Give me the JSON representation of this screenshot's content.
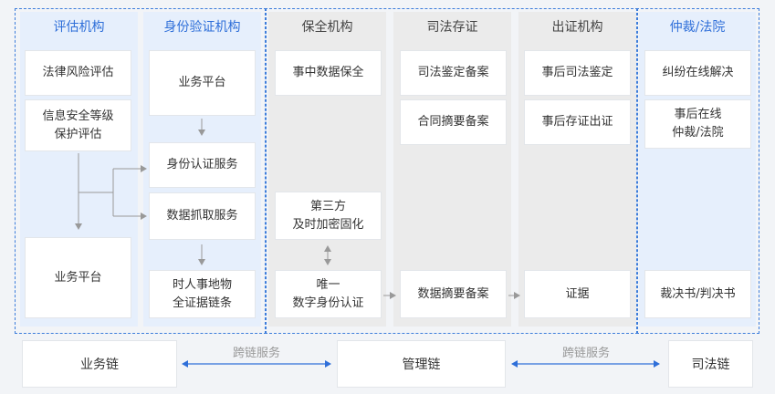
{
  "columns": [
    {
      "title": "评估机构"
    },
    {
      "title": "身份验证机构"
    },
    {
      "title": "保全机构"
    },
    {
      "title": "司法存证"
    },
    {
      "title": "出证机构"
    },
    {
      "title": "仲裁/法院"
    }
  ],
  "boxes": {
    "legal_risk": "法律风险评估",
    "infosec": "信息安全等级\n保护评估",
    "eval_platform": "业务平台",
    "auth_platform": "业务平台",
    "identity_service": "身份认证服务",
    "data_capture": "数据抓取服务",
    "evidence_chain": "时人事地物\n全证据链条",
    "data_preservation": "事中数据保全",
    "third_party_encrypt": "第三方\n及时加密固化",
    "unique_identity": "唯一\n数字身份认证",
    "judicial_appraisal_filing": "司法鉴定备案",
    "contract_digest_filing": "合同摘要备案",
    "data_digest_filing": "数据摘要备案",
    "post_judicial_appraisal": "事后司法鉴定",
    "post_deposit_certificate": "事后存证出证",
    "evidence": "证据",
    "online_dispute": "纠纷在线解决",
    "online_arbitration": "事后在线\n仲裁/法院",
    "rulings": "裁决书/判决书"
  },
  "chains": {
    "business": "业务链",
    "management": "管理链",
    "judicial": "司法链",
    "link_left": "跨链服务",
    "link_right": "跨链服务"
  },
  "colors": {
    "accent": "#2f6fd9",
    "dashed_border": "#3d7ddb",
    "arrow": "#999999",
    "double_arrow": "#2f6fd9"
  }
}
